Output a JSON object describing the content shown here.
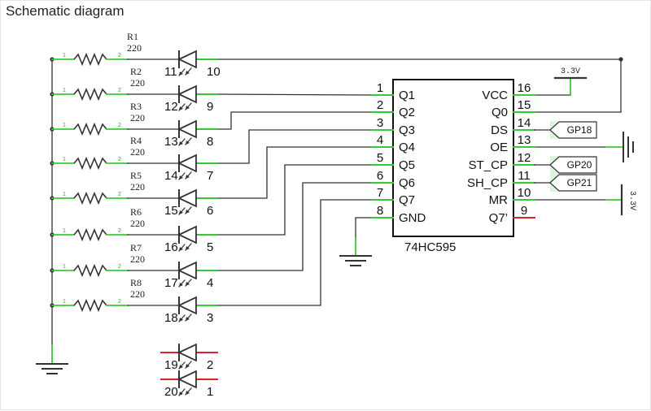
{
  "title": "Schematic diagram",
  "colors": {
    "wire": "#333333",
    "pin": "#33cc33",
    "pin_unconnected": "#dd2222",
    "net_label_fill": "#ddf5dd"
  },
  "icons": {
    "resistor": "resistor-zigzag-icon",
    "led": "led-diode-icon",
    "ground": "ground-icon",
    "power": "power-rail-icon"
  },
  "resistors": [
    {
      "ref": "R1",
      "value": "220",
      "pin_left": "1",
      "pin_right": "2"
    },
    {
      "ref": "R2",
      "value": "220",
      "pin_left": "1",
      "pin_right": "2"
    },
    {
      "ref": "R3",
      "value": "220",
      "pin_left": "1",
      "pin_right": "2"
    },
    {
      "ref": "R4",
      "value": "220",
      "pin_left": "1",
      "pin_right": "2"
    },
    {
      "ref": "R5",
      "value": "220",
      "pin_left": "1",
      "pin_right": "2"
    },
    {
      "ref": "R6",
      "value": "220",
      "pin_left": "1",
      "pin_right": "2"
    },
    {
      "ref": "R7",
      "value": "220",
      "pin_left": "1",
      "pin_right": "2"
    },
    {
      "ref": "R8",
      "value": "220",
      "pin_left": "1",
      "pin_right": "2"
    }
  ],
  "led_bar": [
    {
      "left": "11",
      "right": "10"
    },
    {
      "left": "12",
      "right": "9"
    },
    {
      "left": "13",
      "right": "8"
    },
    {
      "left": "14",
      "right": "7"
    },
    {
      "left": "15",
      "right": "6"
    },
    {
      "left": "16",
      "right": "5"
    },
    {
      "left": "17",
      "right": "4"
    },
    {
      "left": "18",
      "right": "3"
    },
    {
      "left": "19",
      "right": "2"
    },
    {
      "left": "20",
      "right": "1"
    }
  ],
  "chip": {
    "name": "74HC595",
    "left_pins": [
      {
        "num": "1",
        "name": "Q1"
      },
      {
        "num": "2",
        "name": "Q2"
      },
      {
        "num": "3",
        "name": "Q3"
      },
      {
        "num": "4",
        "name": "Q4"
      },
      {
        "num": "5",
        "name": "Q5"
      },
      {
        "num": "6",
        "name": "Q6"
      },
      {
        "num": "7",
        "name": "Q7"
      },
      {
        "num": "8",
        "name": "GND"
      }
    ],
    "right_pins": [
      {
        "num": "16",
        "name": "VCC"
      },
      {
        "num": "15",
        "name": "Q0"
      },
      {
        "num": "14",
        "name": "DS"
      },
      {
        "num": "13",
        "name": "OE"
      },
      {
        "num": "12",
        "name": "ST_CP"
      },
      {
        "num": "11",
        "name": "SH_CP"
      },
      {
        "num": "10",
        "name": "MR"
      },
      {
        "num": "9",
        "name": "Q7’"
      }
    ]
  },
  "net_labels": [
    "GP18",
    "GP20",
    "GP21"
  ],
  "power_labels": {
    "vcc": "3.3V",
    "mr": "3.3V"
  }
}
